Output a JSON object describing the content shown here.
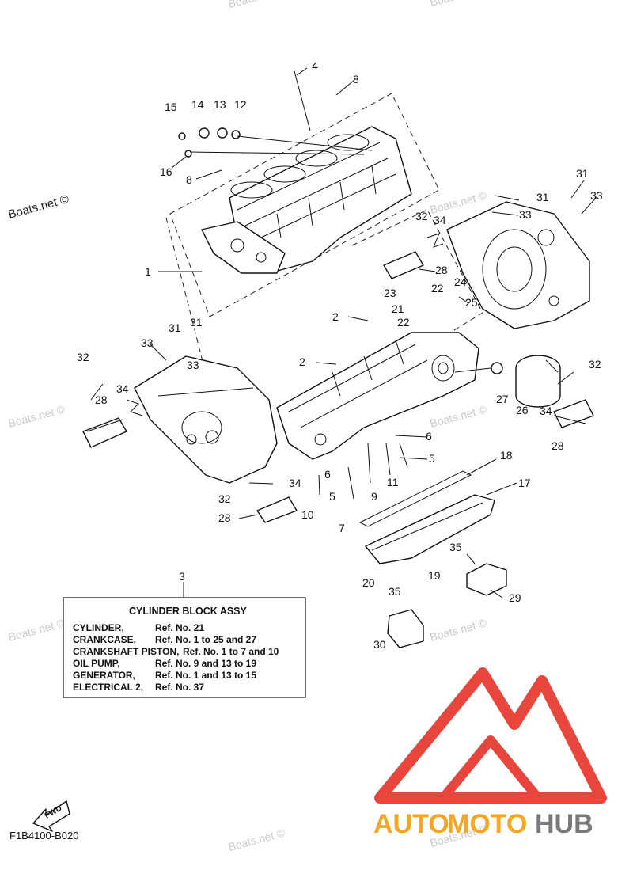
{
  "watermarks": {
    "boats": "Boats.net ©"
  },
  "callouts": [
    "1",
    "2",
    "2",
    "3",
    "4",
    "5",
    "5",
    "6",
    "6",
    "7",
    "8",
    "8",
    "9",
    "10",
    "11",
    "12",
    "13",
    "14",
    "15",
    "16",
    "17",
    "18",
    "19",
    "20",
    "21",
    "22",
    "22",
    "23",
    "24",
    "25",
    "26",
    "27",
    "28",
    "28",
    "28",
    "28",
    "29",
    "30",
    "31",
    "31",
    "31",
    "31",
    "32",
    "32",
    "32",
    "32",
    "33",
    "33",
    "33",
    "33",
    "34",
    "34",
    "34",
    "34",
    "35",
    "35"
  ],
  "assy_box": {
    "title": "CYLINDER BLOCK ASSY",
    "rows": [
      {
        "name": "CYLINDER,",
        "ref": "Ref. No. 21"
      },
      {
        "name": "CRANKCASE,",
        "ref": "Ref. No. 1 to 25 and 27"
      },
      {
        "name": "CRANKSHAFT PISTON,",
        "ref": "Ref. No. 1 to 7 and 10"
      },
      {
        "name": "OIL PUMP,",
        "ref": "Ref. No. 9 and 13 to 19"
      },
      {
        "name": "GENERATOR,",
        "ref": "Ref. No. 1 and 13 to 15"
      },
      {
        "name": "ELECTRICAL 2,",
        "ref": "Ref. No. 37"
      }
    ]
  },
  "fwd_label": "FWD",
  "diagram_code": "F1B4100-B020",
  "logo": {
    "text_auto": "AUTO",
    "text_moto": "MOTO",
    "text_hub": "HUB",
    "color_red": "#e8453c",
    "color_orange": "#f5a623",
    "color_gray": "#7a7a7a"
  }
}
